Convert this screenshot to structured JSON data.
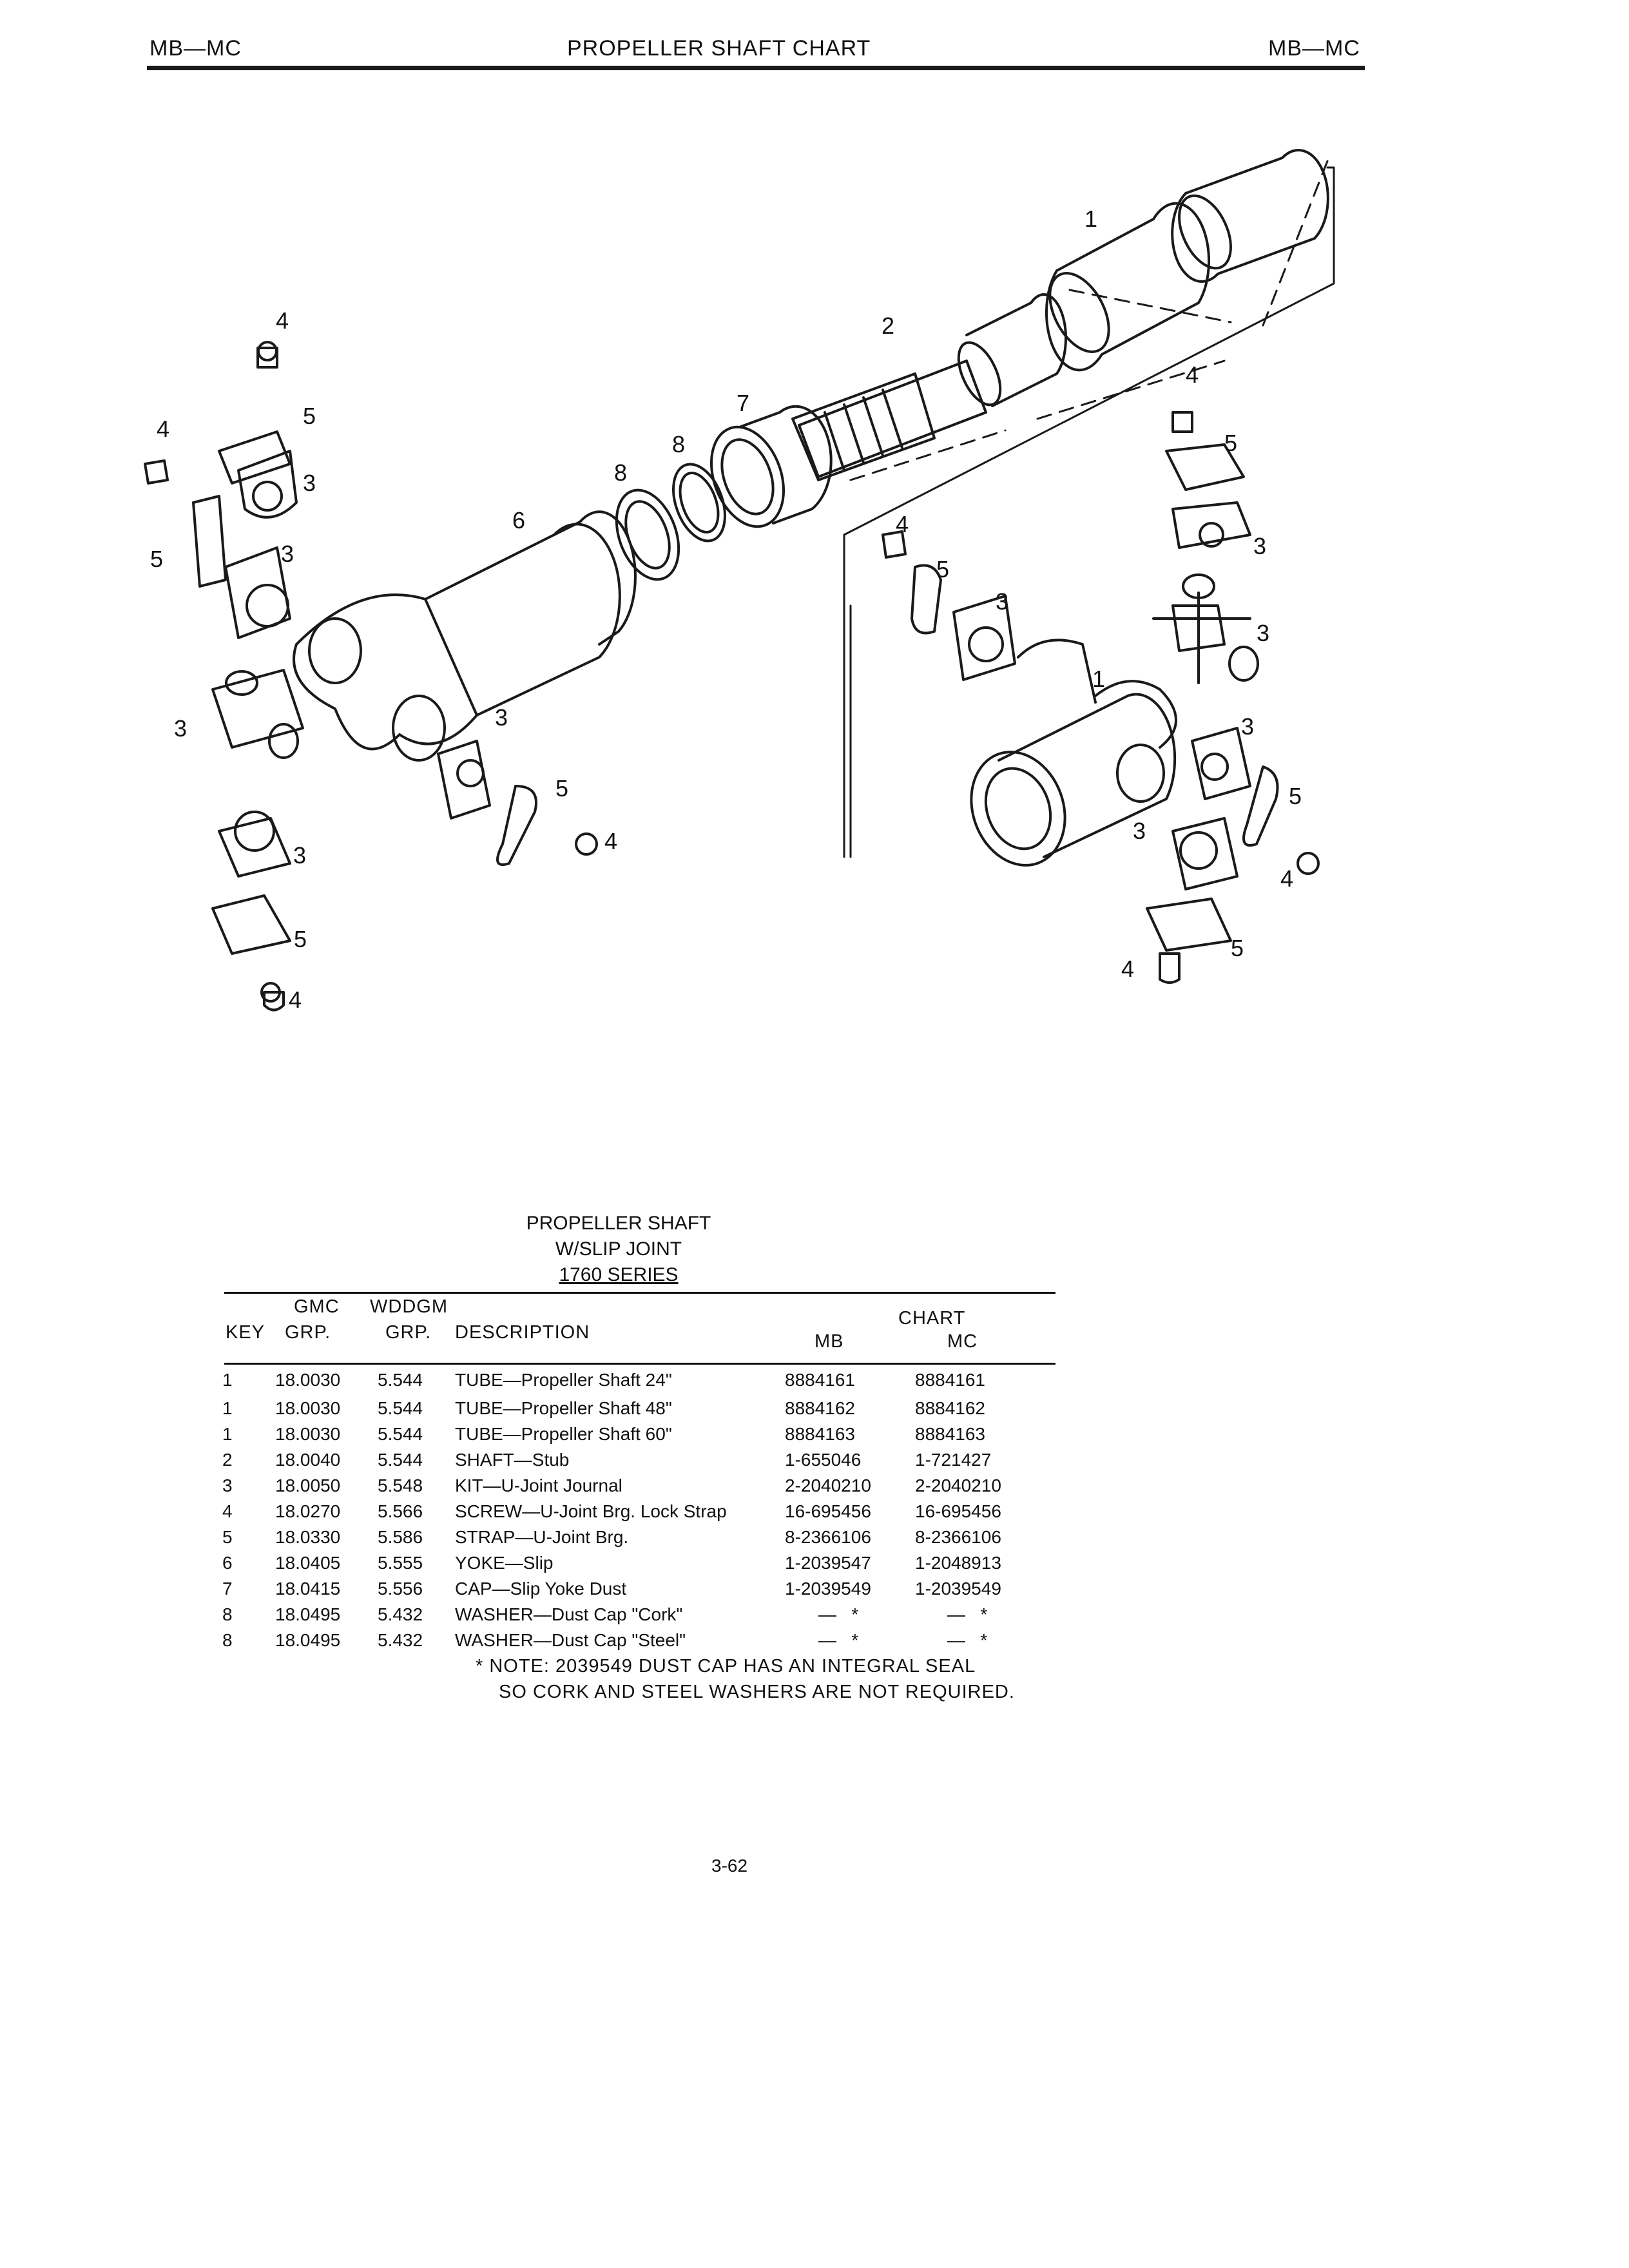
{
  "header": {
    "left": "MB—MC",
    "center": "PROPELLER SHAFT CHART",
    "right": "MB—MC"
  },
  "diagram": {
    "callouts": [
      "1",
      "2",
      "3",
      "4",
      "5",
      "6",
      "7",
      "8"
    ]
  },
  "table": {
    "title_lines": [
      "PROPELLER SHAFT",
      "W/SLIP JOINT",
      "1760 SERIES"
    ],
    "headers": {
      "key": "KEY",
      "gmc_top": "GMC",
      "gmc_bottom": "GRP.",
      "wddgm_top": "WDDGM",
      "wddgm_bottom": "GRP.",
      "description": "DESCRIPTION",
      "chart": "CHART",
      "mb": "MB",
      "mc": "MC"
    },
    "rows": [
      {
        "key": "1",
        "gmc": "18.0030",
        "wddgm": "5.544",
        "description": "TUBE—Propeller Shaft 24\"",
        "mb": "8884161",
        "mc": "8884161"
      },
      {
        "key": "1",
        "gmc": "18.0030",
        "wddgm": "5.544",
        "description": "TUBE—Propeller Shaft 48\"",
        "mb": "8884162",
        "mc": "8884162"
      },
      {
        "key": "1",
        "gmc": "18.0030",
        "wddgm": "5.544",
        "description": "TUBE—Propeller Shaft 60\"",
        "mb": "8884163",
        "mc": "8884163"
      },
      {
        "key": "2",
        "gmc": "18.0040",
        "wddgm": "5.544",
        "description": "SHAFT—Stub",
        "mb": "1-655046",
        "mc": "1-721427"
      },
      {
        "key": "3",
        "gmc": "18.0050",
        "wddgm": "5.548",
        "description": "KIT—U-Joint Journal",
        "mb": "2-2040210",
        "mc": "2-2040210"
      },
      {
        "key": "4",
        "gmc": "18.0270",
        "wddgm": "5.566",
        "description": "SCREW—U-Joint Brg. Lock Strap",
        "mb": "16-695456",
        "mc": "16-695456"
      },
      {
        "key": "5",
        "gmc": "18.0330",
        "wddgm": "5.586",
        "description": "STRAP—U-Joint Brg.",
        "mb": "8-2366106",
        "mc": "8-2366106"
      },
      {
        "key": "6",
        "gmc": "18.0405",
        "wddgm": "5.555",
        "description": "YOKE—Slip",
        "mb": "1-2039547",
        "mc": "1-2048913"
      },
      {
        "key": "7",
        "gmc": "18.0415",
        "wddgm": "5.556",
        "description": "CAP—Slip Yoke Dust",
        "mb": "1-2039549",
        "mc": "1-2039549"
      },
      {
        "key": "8",
        "gmc": "18.0495",
        "wddgm": "5.432",
        "description": "WASHER—Dust Cap \"Cork\"",
        "mb": "—   *",
        "mc": "—   *"
      },
      {
        "key": "8",
        "gmc": "18.0495",
        "wddgm": "5.432",
        "description": "WASHER—Dust Cap \"Steel\"",
        "mb": "—   *",
        "mc": "—   *"
      }
    ],
    "note_lines": [
      "*  NOTE:  2039549 DUST CAP HAS AN INTEGRAL SEAL",
      "SO CORK AND STEEL WASHERS ARE NOT REQUIRED."
    ]
  },
  "page_number": "3-62"
}
